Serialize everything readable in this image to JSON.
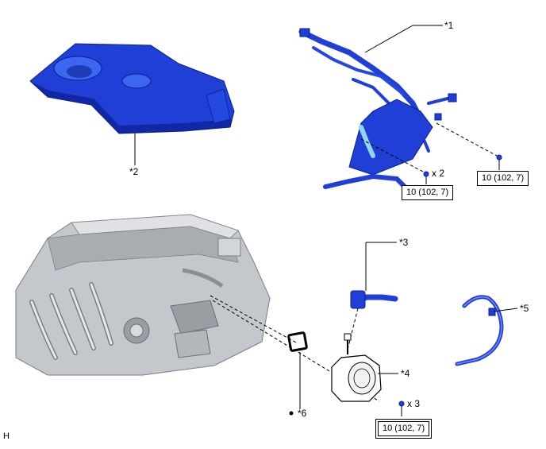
{
  "colors": {
    "part_blue": "#1f3fd6",
    "part_blue_dark": "#0c1f8f",
    "engine_gray": "#b9bcc0",
    "line": "#000000"
  },
  "callouts": {
    "c1": "*1",
    "c2": "*2",
    "c3": "*3",
    "c4": "*4",
    "c5": "*5",
    "c6": "*6"
  },
  "quantities": {
    "q1": "x 2",
    "q2": "x 3"
  },
  "torques": {
    "t1": "10 (102, 7)",
    "t2": "10 (102, 7)",
    "t3": "10 (102, 7)"
  },
  "corner_mark": "H"
}
